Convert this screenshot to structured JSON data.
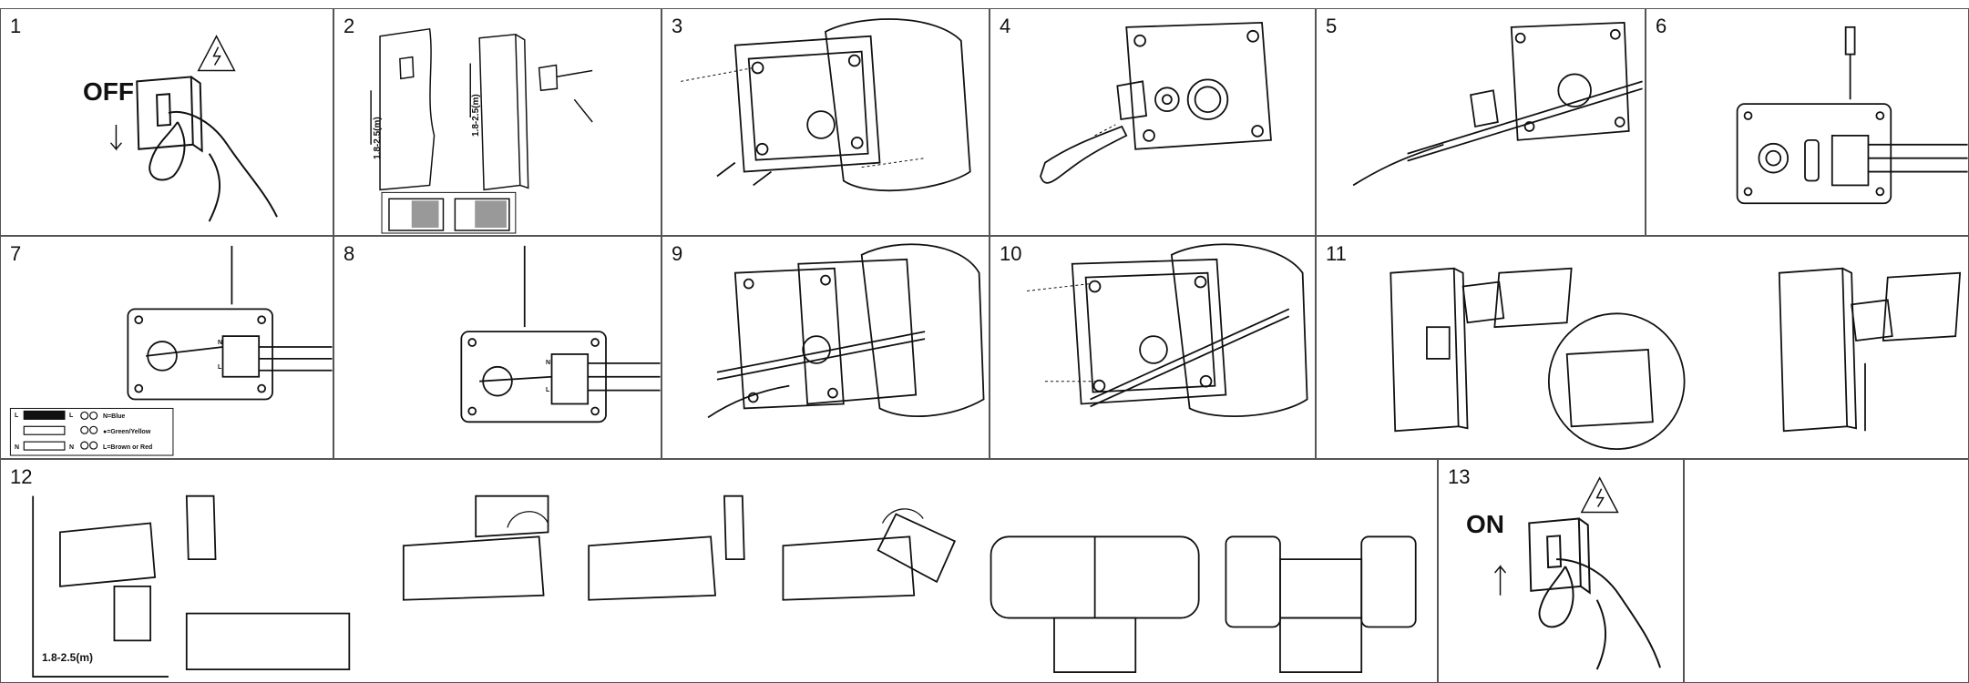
{
  "steps": {
    "s1": {
      "num": "1",
      "label": "OFF"
    },
    "s2": {
      "num": "2",
      "height_left": "1.8-2.5(m)",
      "height_right": "1.8-2.5(m)"
    },
    "s3": {
      "num": "3"
    },
    "s4": {
      "num": "4"
    },
    "s5": {
      "num": "5"
    },
    "s6": {
      "num": "6"
    },
    "s7": {
      "num": "7",
      "legend": {
        "row1_letter_left": "L",
        "row1_letter_right": "L",
        "row1_text": "N=Blue",
        "row2_text": "●=Green/Yellow",
        "row3_letter_left": "N",
        "row3_letter_right": "N",
        "row3_text": "L=Brown or Red"
      }
    },
    "s8": {
      "num": "8"
    },
    "s9": {
      "num": "9"
    },
    "s10": {
      "num": "10"
    },
    "s11": {
      "num": "11"
    },
    "s12": {
      "num": "12",
      "height": "1.8-2.5(m)"
    },
    "s13": {
      "num": "13",
      "label": "ON"
    }
  },
  "terminal_letters": {
    "n": "N",
    "l": "L"
  },
  "colors": {
    "line": "#111111",
    "border": "#555555",
    "fill": "#ffffff",
    "shade": "#d9d9d9"
  }
}
